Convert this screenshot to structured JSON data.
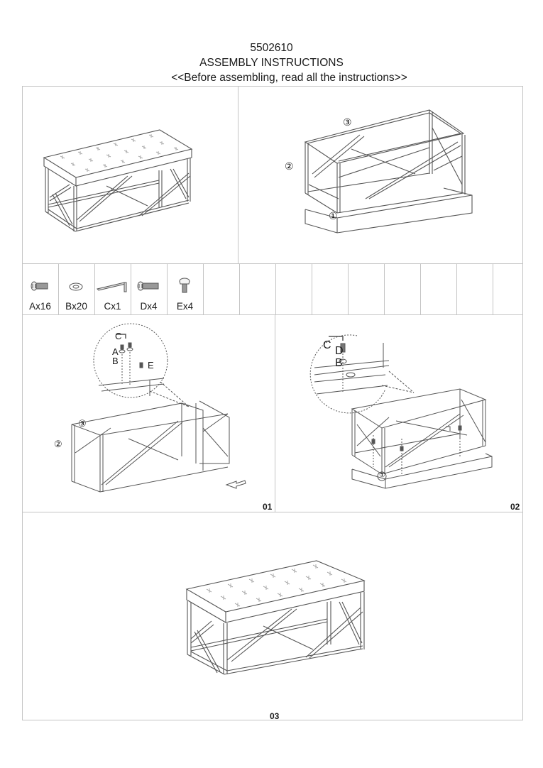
{
  "header": {
    "model_number": "5502610",
    "title": "ASSEMBLY INSTRUCTIONS",
    "note": "<<Before assembling, read all the instructions>>"
  },
  "overview": {
    "assembled_view": {
      "label": "assembled bench (tufted seat on metal frame)"
    },
    "exploded_view": {
      "label": "exploded view: frame over seat cushion",
      "part_markers": [
        "①",
        "②",
        "③"
      ]
    }
  },
  "hardware": {
    "items": [
      {
        "letter": "A",
        "icon": "screw-short-icon",
        "label": "Ax16"
      },
      {
        "letter": "B",
        "icon": "washer-icon",
        "label": "Bx20"
      },
      {
        "letter": "C",
        "icon": "allen-key-icon",
        "label": "Cx1"
      },
      {
        "letter": "D",
        "icon": "screw-long-icon",
        "label": "Dx4"
      },
      {
        "letter": "E",
        "icon": "leveler-foot-icon",
        "label": "Ex4"
      }
    ],
    "empty_cells": 9
  },
  "steps": [
    {
      "number": "01",
      "callout_letters": [
        "C",
        "A",
        "B",
        "E"
      ],
      "part_markers": [
        "②",
        "③"
      ],
      "arrow": "push-left-arrow"
    },
    {
      "number": "02",
      "callout_letters": [
        "C",
        "D",
        "B"
      ],
      "part_markers": [
        "①"
      ]
    },
    {
      "number": "03"
    }
  ],
  "colors": {
    "border": "#c4c4c4",
    "ink": "#1a1a1a",
    "line_art": "#555555",
    "background": "#ffffff"
  }
}
